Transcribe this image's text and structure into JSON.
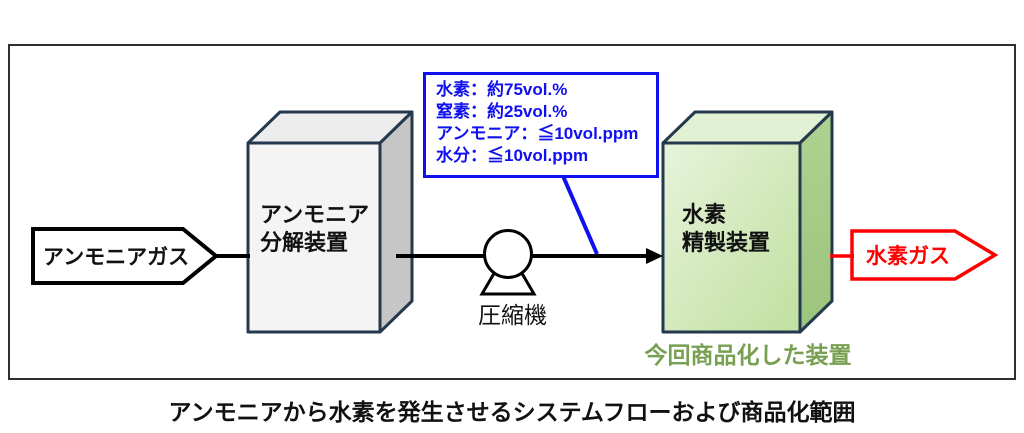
{
  "colors": {
    "flow-black": "#000000",
    "box-border": "#24384E",
    "gray-front": "#F4F4F4",
    "gray-top": "#EDEDED",
    "gray-side": "#C6C6C6",
    "green-front-light": "#E7F3DB",
    "green-front-deep": "#C0E0A0",
    "green-top": "#E2F0D3",
    "green-side": "#AFD292",
    "green-side-deep": "#9BC47C",
    "callout-blue": "#1010F0",
    "accent-red": "#FE0000",
    "note-green": "#78A052",
    "text-black": "#111111"
  },
  "flow": {
    "input_label": "アンモニアガス",
    "decomposition_unit_line1": "アンモニア",
    "decomposition_unit_line2": "分解装置",
    "compressor_label": "圧縮機",
    "purification_unit_line1": "水素",
    "purification_unit_line2": "精製装置",
    "output_label": "水素ガス",
    "commercialized_note": "今回商品化した装置"
  },
  "callout": {
    "lines": [
      "水素：約75vol.%",
      "窒素：約25vol.%",
      "アンモニア：≦10vol.ppm",
      "水分：≦10vol.ppm"
    ]
  },
  "caption": "アンモニアから水素を発生させるシステムフローおよび商品化範囲"
}
